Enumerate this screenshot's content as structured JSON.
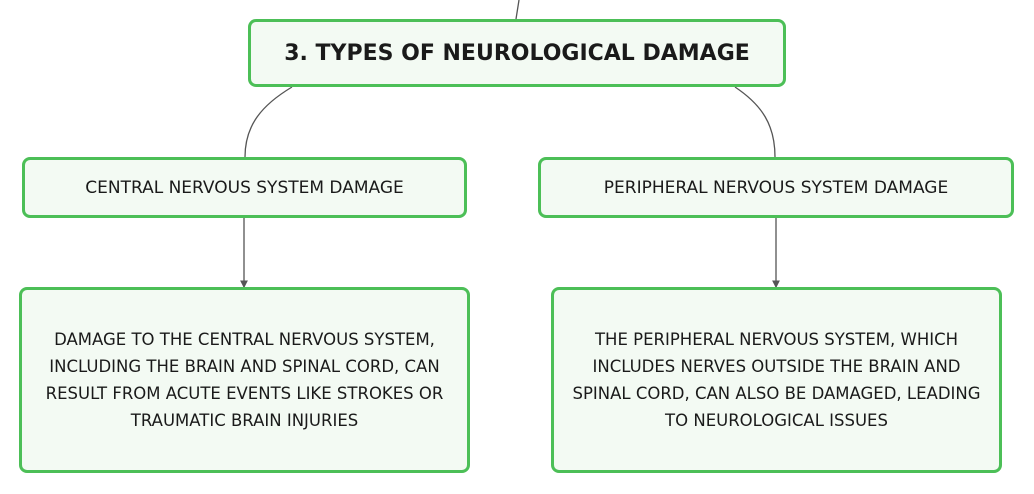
{
  "diagram": {
    "root": {
      "label": "3. TYPES OF NEUROLOGICAL DAMAGE"
    },
    "branches": [
      {
        "label": "CENTRAL NERVOUS SYSTEM DAMAGE",
        "detail": "DAMAGE TO THE CENTRAL NERVOUS SYSTEM, INCLUDING THE BRAIN AND SPINAL CORD, CAN RESULT FROM ACUTE EVENTS LIKE STROKES OR TRAUMATIC BRAIN INJURIES"
      },
      {
        "label": "PERIPHERAL NERVOUS SYSTEM DAMAGE",
        "detail": "THE PERIPHERAL NERVOUS SYSTEM, WHICH INCLUDES NERVES OUTSIDE THE BRAIN AND SPINAL CORD, CAN ALSO BE DAMAGED, LEADING TO NEUROLOGICAL ISSUES"
      }
    ],
    "colors": {
      "node_border": "#4cbf57",
      "node_fill": "#f3faf3",
      "connector": "#555555"
    }
  }
}
